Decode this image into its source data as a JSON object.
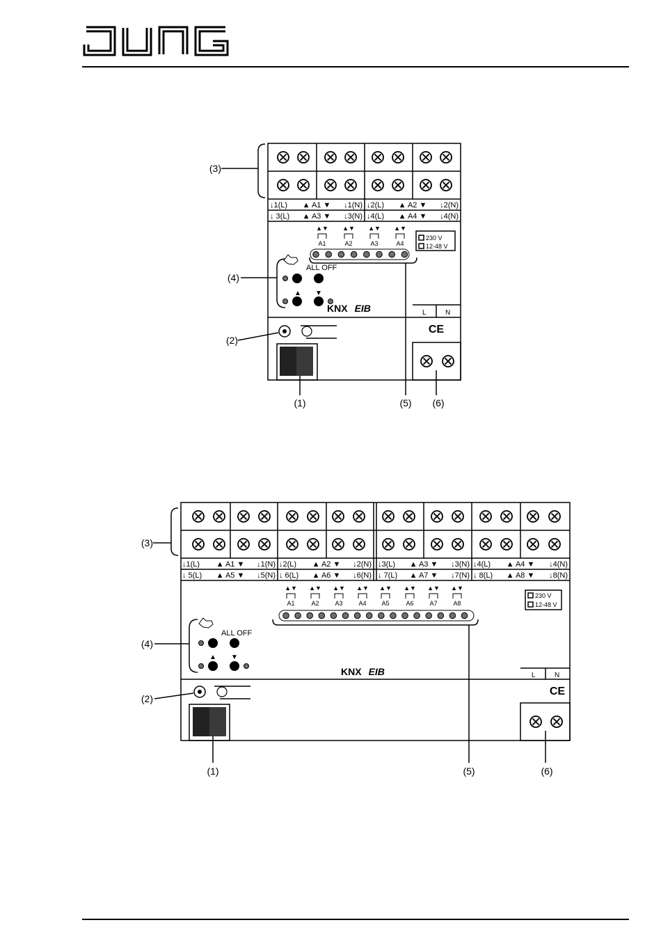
{
  "brand": {
    "name": "JUNG"
  },
  "colors": {
    "ink": "#000000",
    "led": "#707070",
    "paper": "#ffffff",
    "screw": "#f4f4f4"
  },
  "callouts": {
    "n1": "(1)",
    "n2": "(2)",
    "n3": "(3)",
    "n4": "(4)",
    "n5": "(5)",
    "n6": "(6)"
  },
  "common": {
    "all_off": "ALL OFF",
    "voltage_230": "230 V",
    "voltage_12_48": "12-48 V",
    "L": "L",
    "N": "N",
    "ce_mark": "CE",
    "knx_logo": "KNX EIB",
    "up_arrow": "▲",
    "down_arrow": "▼",
    "led_arrows": "▲▼"
  },
  "device_4ch": {
    "channels": [
      "A1",
      "A2",
      "A3",
      "A4"
    ],
    "terminal_row1": [
      "↓1(L)",
      "▲ A1 ▼",
      "↓1(N)",
      "↓2(L)",
      "▲ A2 ▼",
      "↓2(N)"
    ],
    "terminal_row2": [
      "↓ 3(L)",
      "▲ A3 ▼",
      "↓3(N)",
      "↓4(L)",
      "▲ A4 ▼",
      "↓4(N)"
    ]
  },
  "device_8ch": {
    "channels": [
      "A1",
      "A2",
      "A3",
      "A4",
      "A5",
      "A6",
      "A7",
      "A8"
    ],
    "terminal_row1": [
      "↓1(L)",
      "▲ A1 ▼",
      "↓1(N)",
      "↓2(L)",
      "▲ A2 ▼",
      "↓2(N)",
      "↓3(L)",
      "▲ A3 ▼",
      "↓3(N)",
      "↓4(L)",
      "▲ A4 ▼",
      "↓4(N)"
    ],
    "terminal_row2": [
      "↓ 5(L)",
      "▲ A5 ▼",
      "↓5(N)",
      "↓ 6(L)",
      "▲ A6 ▼",
      "↓6(N)",
      "↓ 7(L)",
      "▲ A7 ▼",
      "↓7(N)",
      "↓ 8(L)",
      "▲ A8 ▼",
      "↓8(N)"
    ]
  }
}
